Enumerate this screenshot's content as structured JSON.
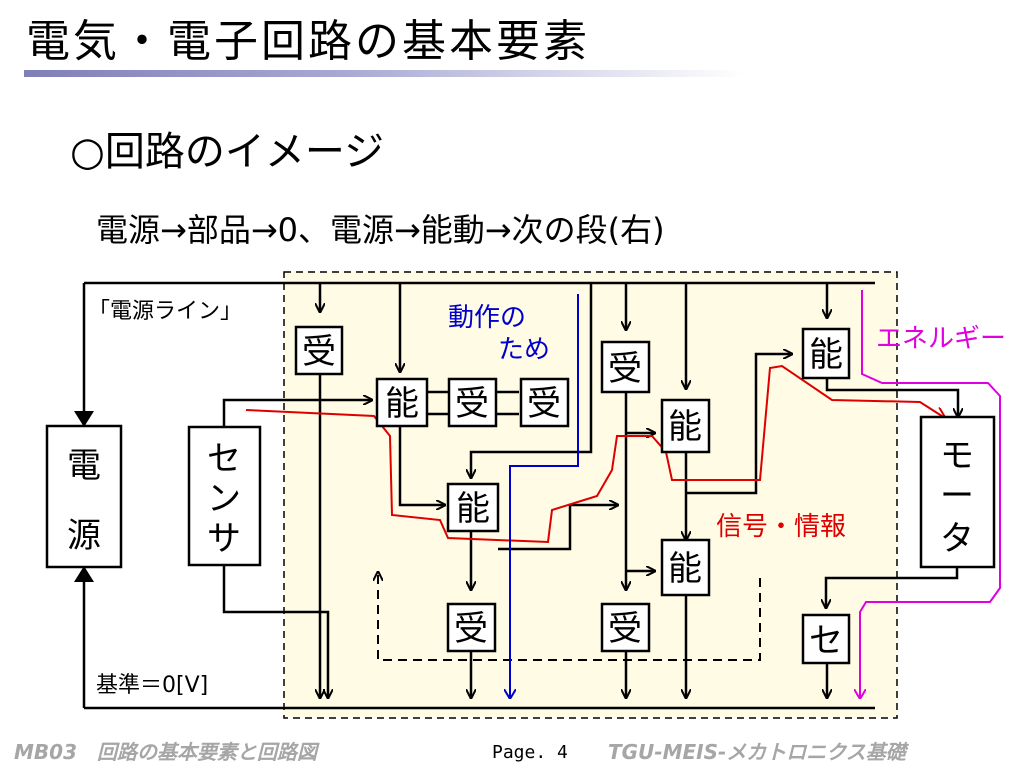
{
  "slide": {
    "title": "電気・電子回路の基本要素",
    "heading": "○回路のイメージ",
    "summary": "電源→部品→0、電源→能動→次の段(右)"
  },
  "diagram": {
    "labels": {
      "power_line": "「電源ライン」",
      "ground": "基準＝0[V]",
      "operation": [
        "動作の",
        "ため"
      ],
      "signal": "信号・情報",
      "energy": "エネルギー"
    },
    "blocks": {
      "power_source": [
        "電",
        "源"
      ],
      "sensor": [
        "セ",
        "ン",
        "サ"
      ],
      "motor": [
        "モ",
        "ー",
        "タ"
      ],
      "passive": "受",
      "active": "能",
      "se": "セ"
    },
    "colors": {
      "region_fill": "#fffbe5",
      "signal": "#dd0000",
      "operation": "#0000cc",
      "energy": "#e000e0",
      "wire": "#000000"
    }
  },
  "footer": {
    "left": "MB03　回路の基本要素と回路図",
    "page": "Page. 4",
    "right": "TGU-MEIS-メカトロニクス基礎"
  }
}
